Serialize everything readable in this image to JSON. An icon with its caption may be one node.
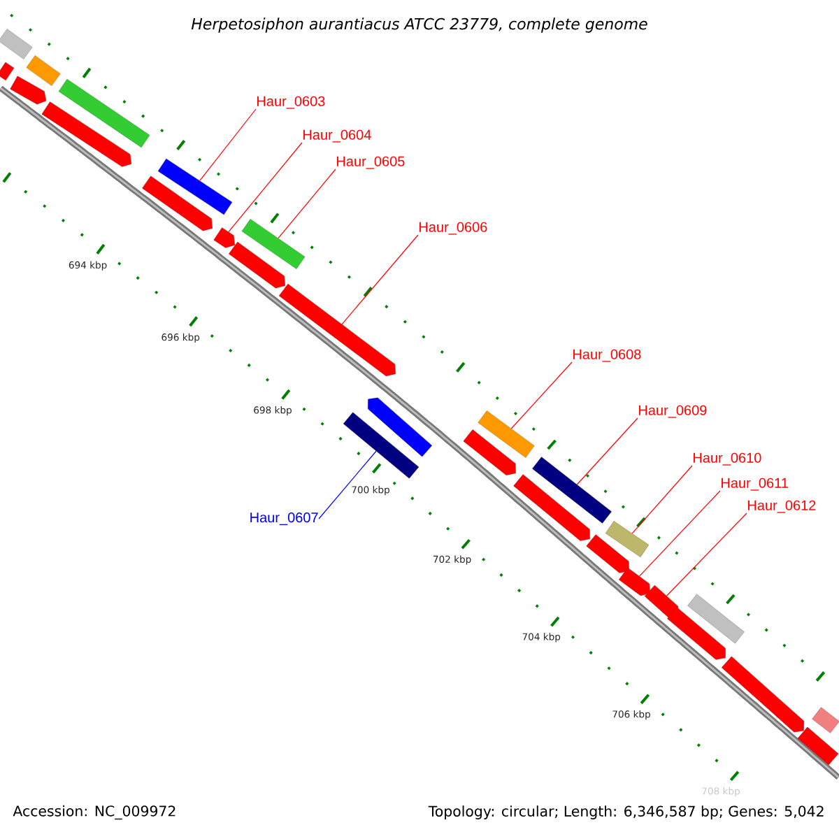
{
  "diagram": {
    "title": "Herpetosiphon aurantiacus ATCC 23779, complete genome",
    "nodes": [
      {
        "text": [
          "Haur_0603"
        ]
      },
      {
        "text": [
          "Haur_0604"
        ]
      },
      {
        "text": [
          "Haur_0605"
        ]
      },
      {
        "text": [
          "Haur_0606"
        ]
      },
      {
        "text": [
          "Haur_0608"
        ]
      },
      {
        "text": [
          "Haur_0609"
        ]
      },
      {
        "text": [
          "Haur_0610"
        ]
      },
      {
        "text": [
          "Haur_0611"
        ]
      },
      {
        "text": [
          "Haur_0612"
        ]
      },
      {
        "text": [
          "Haur_0607"
        ]
      },
      {
        "text": [],
        "shape": "bar"
      },
      {
        "text": [],
        "shape": "bar"
      },
      {
        "text": [],
        "shape": "arrow"
      },
      {
        "text": [],
        "shape": "bar"
      },
      {
        "text": [],
        "shape": "arrow"
      },
      {
        "text": [],
        "shape": "bar"
      },
      {
        "text": [],
        "shape": "arrow"
      },
      {
        "text": [],
        "shape": "bar"
      },
      {
        "text": [],
        "shape": "arrow"
      },
      {
        "text": [],
        "shape": "arrow"
      },
      {
        "text": [],
        "shape": "bar"
      },
      {
        "text": [],
        "shape": "arrow"
      },
      {
        "text": [],
        "shape": "bar"
      },
      {
        "text": [],
        "shape": "arrow"
      },
      {
        "text": [],
        "shape": "arrow"
      },
      {
        "text": [],
        "shape": "bar"
      },
      {
        "text": [],
        "shape": "arrow"
      },
      {
        "text": [],
        "shape": "bar"
      },
      {
        "text": [],
        "shape": "arrow"
      },
      {
        "text": [],
        "shape": "bar"
      },
      {
        "text": [],
        "shape": "arrow"
      },
      {
        "text": [],
        "shape": "arrow"
      },
      {
        "text": [],
        "shape": "arrow"
      },
      {
        "text": [],
        "shape": "bar"
      },
      {
        "text": [],
        "shape": "arrow"
      },
      {
        "text": [],
        "shape": "bar"
      },
      {
        "text": [],
        "shape": "bar"
      }
    ],
    "edges": [
      {
        "from": 0,
        "to": 17,
        "arrow": "none"
      },
      {
        "from": 1,
        "to": 18,
        "arrow": "none"
      },
      {
        "from": 2,
        "to": 20,
        "arrow": "none"
      },
      {
        "from": 3,
        "to": 21,
        "arrow": "none"
      },
      {
        "from": 4,
        "to": 25,
        "arrow": "none"
      },
      {
        "from": 5,
        "to": 27,
        "arrow": "none"
      },
      {
        "from": 6,
        "to": 29,
        "arrow": "none"
      },
      {
        "from": 7,
        "to": 30,
        "arrow": "none"
      },
      {
        "from": 8,
        "to": 31,
        "arrow": "none"
      },
      {
        "from": 9,
        "to": 22,
        "arrow": "none",
        "color": "#0000ff"
      }
    ],
    "labels": [
      "694 kbp",
      "696 kbp",
      "698 kbp",
      "700 kbp",
      "702 kbp",
      "704 kbp",
      "706 kbp",
      "708 kbp",
      "Accession: NC_009972",
      "Topology: circular; Length: 6,346,587 bp; Genes: 5,042"
    ]
  }
}
